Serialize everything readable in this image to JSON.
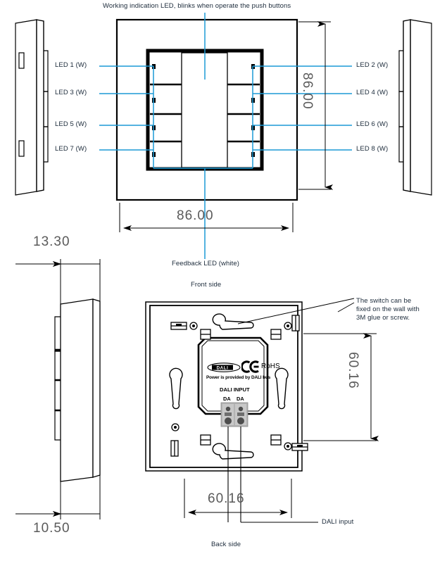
{
  "drawing": {
    "title": "DALI 8-button wall switch mechanical drawing",
    "units": "mm",
    "line_color": "#000000",
    "leader_color": "#1c9ad6",
    "label_color": "#14354e",
    "dimension_color": "#5a5a5a",
    "terminal_color": "#9a9a9a",
    "terminal_dot_color": "#4d4d4d"
  },
  "annotations": {
    "top_note": "Working indication LED, blinks when operate the push buttons",
    "feedback_led": "Feedback LED (white)",
    "front_view_caption": "Front side",
    "back_view_caption": "Back side",
    "dali_input_leader": "DALI input",
    "wall_fix_note_line1": "The switch can be",
    "wall_fix_note_line2": "fixed on the wall with",
    "wall_fix_note_line3": "3M glue or screw."
  },
  "led_labels": {
    "left": [
      {
        "id": "led-1",
        "text": "LED 1 (W)"
      },
      {
        "id": "led-3",
        "text": "LED 3 (W)"
      },
      {
        "id": "led-5",
        "text": "LED 5 (W)"
      },
      {
        "id": "led-7",
        "text": "LED 7 (W)"
      }
    ],
    "right": [
      {
        "id": "led-2",
        "text": "LED 2 (W)"
      },
      {
        "id": "led-4",
        "text": "LED 4 (W)"
      },
      {
        "id": "led-6",
        "text": "LED 6 (W)"
      },
      {
        "id": "led-8",
        "text": "LED 8 (W)"
      }
    ]
  },
  "dimensions": {
    "front_width": "86.00",
    "front_height": "86.00",
    "side_depth_top": "13.30",
    "side_depth_bottom": "10.50",
    "back_width": "60.16",
    "back_height": "60.16"
  },
  "back_panel": {
    "logo_text": "DALI",
    "ce_mark": "CE",
    "rohs_mark": "RoHS",
    "power_note": "Power is provided by DALI bus",
    "input_title": "DALI INPUT",
    "terminal_labels": [
      "DA",
      "DA"
    ]
  },
  "icons": {
    "dali_logo": "dali-logo-icon",
    "ce_logo": "ce-mark-icon",
    "keyhole": "keyhole-slot-icon",
    "screw": "screw-hole-icon",
    "clip": "mounting-clip-icon",
    "terminal": "terminal-block-icon"
  }
}
